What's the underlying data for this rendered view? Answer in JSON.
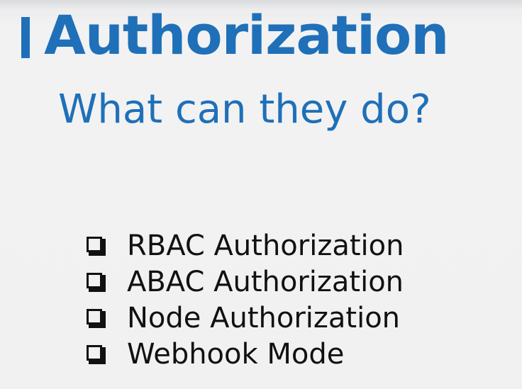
{
  "colors": {
    "accent": "#1f70b8",
    "title_text": "#1f70b8",
    "subtitle_text": "#1f70b8",
    "list_text": "#111111",
    "background": "#f1f1f2"
  },
  "slide": {
    "title": "Authorization",
    "subtitle": "What can they do?",
    "items": [
      {
        "icon": "checkbox-icon",
        "label": "RBAC Authorization"
      },
      {
        "icon": "checkbox-icon",
        "label": "ABAC Authorization"
      },
      {
        "icon": "checkbox-icon",
        "label": "Node Authorization"
      },
      {
        "icon": "checkbox-icon",
        "label": "Webhook Mode"
      }
    ]
  }
}
